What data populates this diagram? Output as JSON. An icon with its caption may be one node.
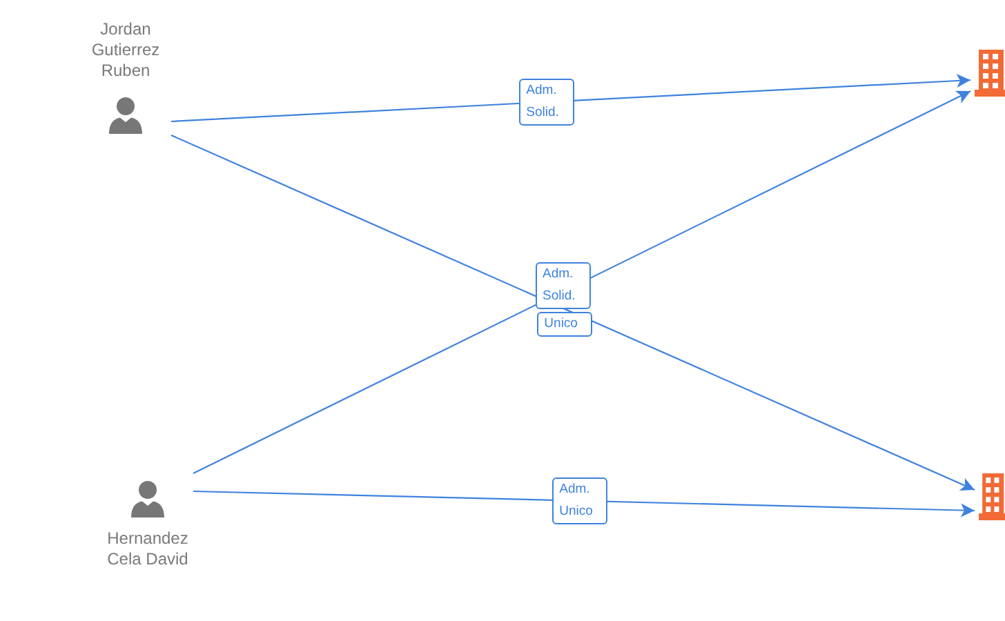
{
  "diagram": {
    "nodes": [
      {
        "text": [
          "Jordan Gutierrez Ruben"
        ]
      },
      {
        "text": [],
        "shape": "building"
      },
      {
        "text": [
          "Hernandez Cela David"
        ]
      },
      {
        "text": [],
        "shape": "building"
      }
    ],
    "edges": [
      {
        "from": 0,
        "to": 1,
        "arrow": "to",
        "label": "Adm. Solid."
      },
      {
        "from": 0,
        "to": 3,
        "arrow": "to",
        "label": "Unico"
      },
      {
        "from": 2,
        "to": 1,
        "arrow": "to",
        "label": "Adm. Solid."
      },
      {
        "from": 2,
        "to": 3,
        "arrow": "to",
        "label": "Adm. Unico"
      }
    ]
  }
}
